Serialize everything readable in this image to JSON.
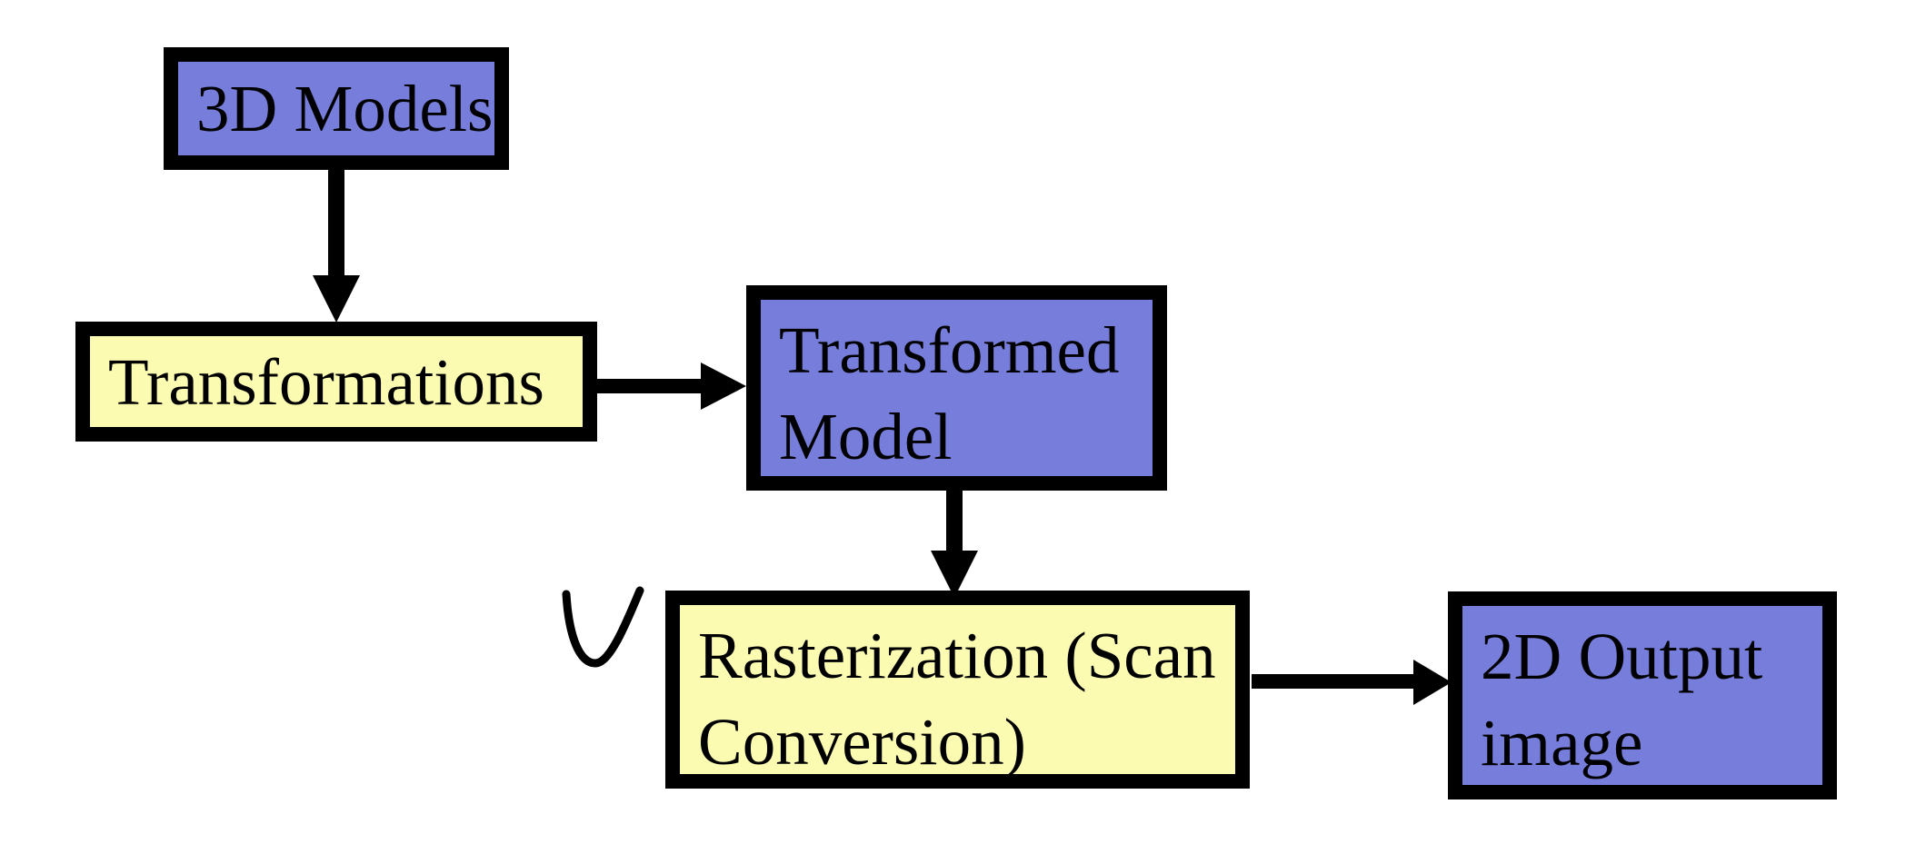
{
  "page": {
    "type": "flow-diagram",
    "background": "#ffffff"
  },
  "palette": {
    "purple_fill": "#777ddb",
    "yellow_fill": "#fcfbb2",
    "border": "#000000",
    "arrow": "#000000",
    "text": "#000000"
  },
  "nodes": [
    {
      "id": "3d-models",
      "label": "3D Models",
      "fill": "purple"
    },
    {
      "id": "transformations",
      "label": "Transformations",
      "fill": "yellow"
    },
    {
      "id": "transformed-model",
      "label": "Transformed Model",
      "fill": "purple"
    },
    {
      "id": "rasterization",
      "label": "Rasterization (Scan Conversion)",
      "fill": "yellow"
    },
    {
      "id": "2d-output-image",
      "label": "2D Output image",
      "fill": "purple"
    }
  ],
  "edges": [
    {
      "from": "3d-models",
      "to": "transformations",
      "direction": "down"
    },
    {
      "from": "transformations",
      "to": "transformed-model",
      "direction": "right"
    },
    {
      "from": "transformed-model",
      "to": "rasterization",
      "direction": "down"
    },
    {
      "from": "rasterization",
      "to": "2d-output-image",
      "direction": "right"
    }
  ],
  "annotations": [
    {
      "id": "u-curve",
      "type": "hand-drawn-curve",
      "shape": "U",
      "color": "#000000"
    }
  ]
}
